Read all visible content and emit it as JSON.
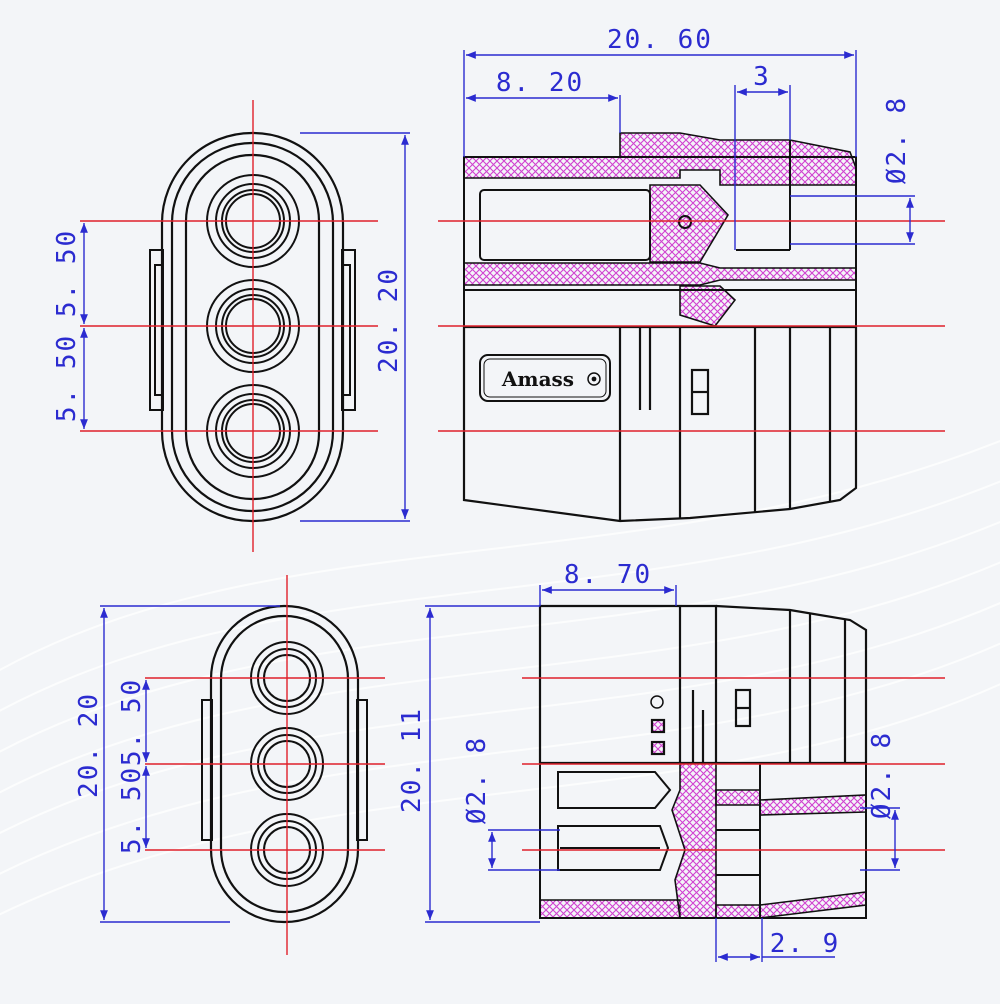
{
  "colors": {
    "background": "#f3f5f8",
    "outline": "#111111",
    "dimension": "#2b2bd0",
    "centerline": "#e0202a",
    "hatch": "#d040d0"
  },
  "brand": {
    "logo_text": "Amass"
  },
  "dimensions": {
    "top_front_pitch_1": "5. 50",
    "top_front_pitch_2": "5. 50",
    "top_front_height": "20. 20",
    "top_side_total_length": "20. 60",
    "top_side_length_a": "8. 20",
    "top_side_length_b": "3",
    "top_side_pin_dia": "Ø2. 8",
    "bottom_front_height": "20. 20",
    "bottom_front_pitch_1": "5. 50",
    "bottom_front_pitch_2": "5. 50",
    "bottom_side_height": "20. 11",
    "bottom_side_length": "8. 70",
    "bottom_side_pin_dia_left": "Ø2. 8",
    "bottom_side_pin_dia_right": "Ø2. 8",
    "bottom_side_offset": "2. 9"
  }
}
